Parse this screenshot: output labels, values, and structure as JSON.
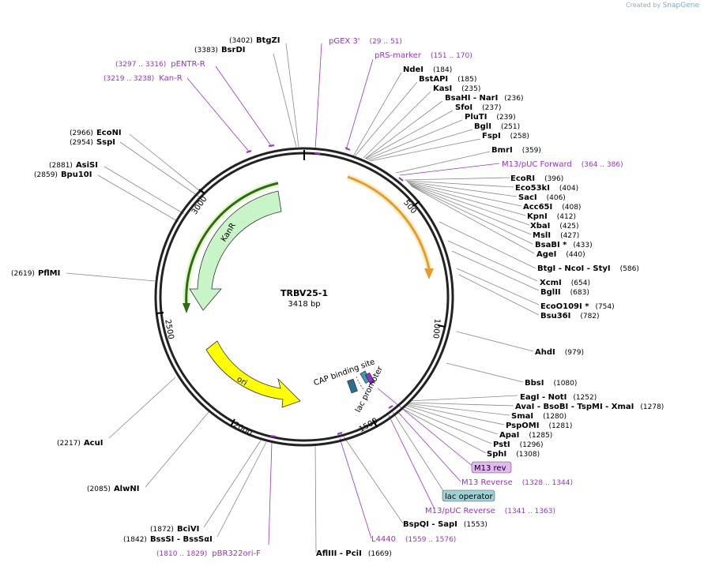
{
  "credit": {
    "prefix": "Created by",
    "brand": "SnapGene"
  },
  "plasmid": {
    "name": "TRBV25-1",
    "size_label": "3418 bp"
  },
  "ticks": [
    "500",
    "1000",
    "1500",
    "2000",
    "2500",
    "3000"
  ],
  "features": [
    {
      "id": "kanr",
      "label": "KanR",
      "color": "#c8f5c8"
    },
    {
      "id": "ori",
      "label": "ori",
      "color": "#ffff00"
    },
    {
      "id": "lac-promoter",
      "label": "lac promoter"
    },
    {
      "id": "cap-site",
      "label": "CAP binding site"
    }
  ],
  "right_labels": [
    {
      "name": "BtgZI",
      "pos": "(3402)"
    },
    {
      "name": "BsrDI",
      "pos": "(3383)"
    },
    {
      "name": "pGEX 3'",
      "pos": "(29 .. 51)",
      "primer": true
    },
    {
      "name": "pRS-marker",
      "pos": "(151 .. 170)",
      "primer": true
    },
    {
      "name": "NdeI",
      "pos": "(184)"
    },
    {
      "name": "BstAPI",
      "pos": "(185)"
    },
    {
      "name": "KasI",
      "pos": "(235)"
    },
    {
      "name": "BsaHI  -  NarI",
      "pos": "(236)"
    },
    {
      "name": "SfoI",
      "pos": "(237)"
    },
    {
      "name": "PluTI",
      "pos": "(239)"
    },
    {
      "name": "BglI",
      "pos": "(251)"
    },
    {
      "name": "FspI",
      "pos": "(258)"
    },
    {
      "name": "BmrI",
      "pos": "(359)"
    },
    {
      "name": "M13/pUC Forward",
      "pos": "(364 .. 386)",
      "primer": true
    },
    {
      "name": "EcoRI",
      "pos": "(396)"
    },
    {
      "name": "Eco53kI",
      "pos": "(404)"
    },
    {
      "name": "SacI",
      "pos": "(406)"
    },
    {
      "name": "Acc65I",
      "pos": "(408)"
    },
    {
      "name": "KpnI",
      "pos": "(412)"
    },
    {
      "name": "XbaI",
      "pos": "(425)"
    },
    {
      "name": "MslI",
      "pos": "(427)"
    },
    {
      "name": "BsaBI  *",
      "pos": "(433)"
    },
    {
      "name": "AgeI",
      "pos": "(440)"
    },
    {
      "name": "BtgI  -  NcoI  -  StyI",
      "pos": "(586)"
    },
    {
      "name": "XcmI",
      "pos": "(654)"
    },
    {
      "name": "BglII",
      "pos": "(683)"
    },
    {
      "name": "EcoO109I  *",
      "pos": "(754)"
    },
    {
      "name": "Bsu36I",
      "pos": "(782)"
    },
    {
      "name": "AhdI",
      "pos": "(979)"
    },
    {
      "name": "BbsI",
      "pos": "(1080)"
    },
    {
      "name": "EagI  -  NotI",
      "pos": "(1252)"
    },
    {
      "name": "AvaI  -  BsoBI  -  TspMI  -  XmaI",
      "pos": "(1278)"
    },
    {
      "name": "SmaI",
      "pos": "(1280)"
    },
    {
      "name": "PspOMI",
      "pos": "(1281)"
    },
    {
      "name": "ApaI",
      "pos": "(1285)"
    },
    {
      "name": "PstI",
      "pos": "(1296)"
    },
    {
      "name": "SphI",
      "pos": "(1308)"
    },
    {
      "name": "M13 rev",
      "pos": "",
      "boxed": "violet"
    },
    {
      "name": "M13 Reverse",
      "pos": "(1328 .. 1344)",
      "primer": true
    },
    {
      "name": "lac operator",
      "pos": "",
      "boxed": "teal"
    },
    {
      "name": "M13/pUC Reverse",
      "pos": "(1341 .. 1363)",
      "primer": true
    },
    {
      "name": "BspQI  -  SapI",
      "pos": "(1553)"
    },
    {
      "name": "L4440",
      "pos": "(1559 .. 1576)",
      "primer": true
    },
    {
      "name": "AflIII  -  PciI",
      "pos": "(1669)"
    }
  ],
  "left_labels": [
    {
      "name": "pENTR-R",
      "pos": "(3297 .. 3316)",
      "primer": true
    },
    {
      "name": "Kan-R",
      "pos": "(3219 .. 3238)",
      "primer": true
    },
    {
      "name": "EcoNI",
      "pos": "(2966)"
    },
    {
      "name": "SspI",
      "pos": "(2954)"
    },
    {
      "name": "AsiSI",
      "pos": "(2881)"
    },
    {
      "name": "Bpu10I",
      "pos": "(2859)"
    },
    {
      "name": "PflMI",
      "pos": "(2619)"
    },
    {
      "name": "AcuI",
      "pos": "(2217)"
    },
    {
      "name": "AlwNI",
      "pos": "(2085)"
    },
    {
      "name": "BciVI",
      "pos": "(1872)"
    },
    {
      "name": "BssSI  -  BssSαI",
      "pos": "(1842)"
    },
    {
      "name": "pBR322ori-F",
      "pos": "(1810 .. 1829)",
      "primer": true
    }
  ]
}
